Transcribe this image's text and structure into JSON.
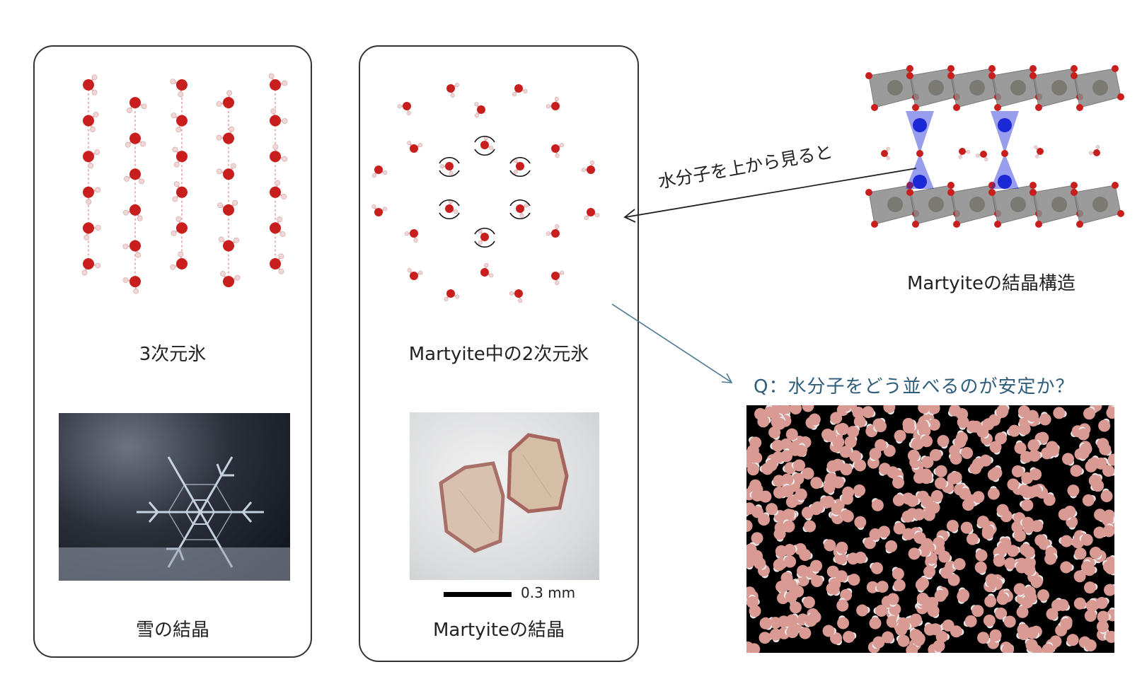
{
  "labels": {
    "ice_3d": "3次元氷",
    "snow_crystal": "雪の結晶",
    "ice_2d": "Martyite中の2次元氷",
    "martyite_crystal": "Martyiteの結晶",
    "scale_bar": "0.3 mm",
    "martyite_structure": "Martyiteの結晶構造",
    "top_view_note": "水分子を上から見ると",
    "question": "Q：水分子をどう並べるのが安定か？"
  },
  "colors": {
    "oxygen": "#c81e1e",
    "hydrogen": "#f2d6d6",
    "bond": "#e8b8b8",
    "vanadium": "#1a28d6",
    "polyhedron": "#8a8a8a",
    "question_text": "#2f5d7c",
    "arrow_blue": "#4a7a90",
    "sim_molecule": "#d99a94"
  },
  "icons": {
    "rotation_marker": "curved-arrow-icon",
    "pointer_arrow": "arrow-icon"
  }
}
